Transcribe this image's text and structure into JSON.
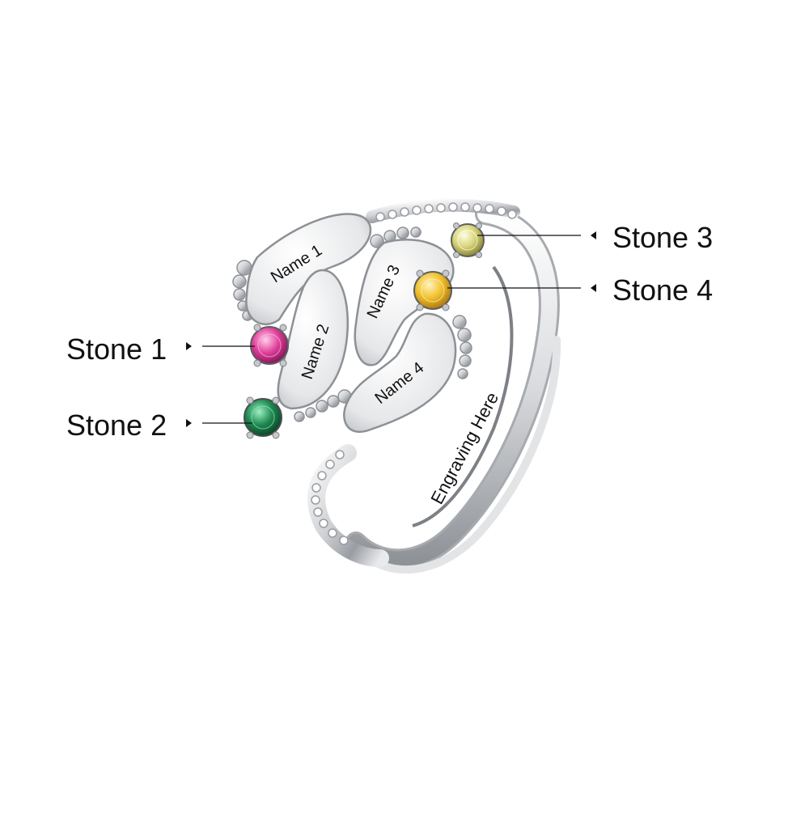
{
  "callouts": {
    "stone1": "Stone 1",
    "stone2": "Stone 2",
    "stone3": "Stone 3",
    "stone4": "Stone 4"
  },
  "engravings": {
    "name1": "Name 1",
    "name2": "Name 2",
    "name3": "Name 3",
    "name4": "Name 4",
    "band": "Engraving Here"
  },
  "stones": {
    "stone1_color": "#e0409a",
    "stone2_color": "#1f8a52",
    "stone3_color": "#d8d47a",
    "stone4_color": "#f2c12e"
  }
}
